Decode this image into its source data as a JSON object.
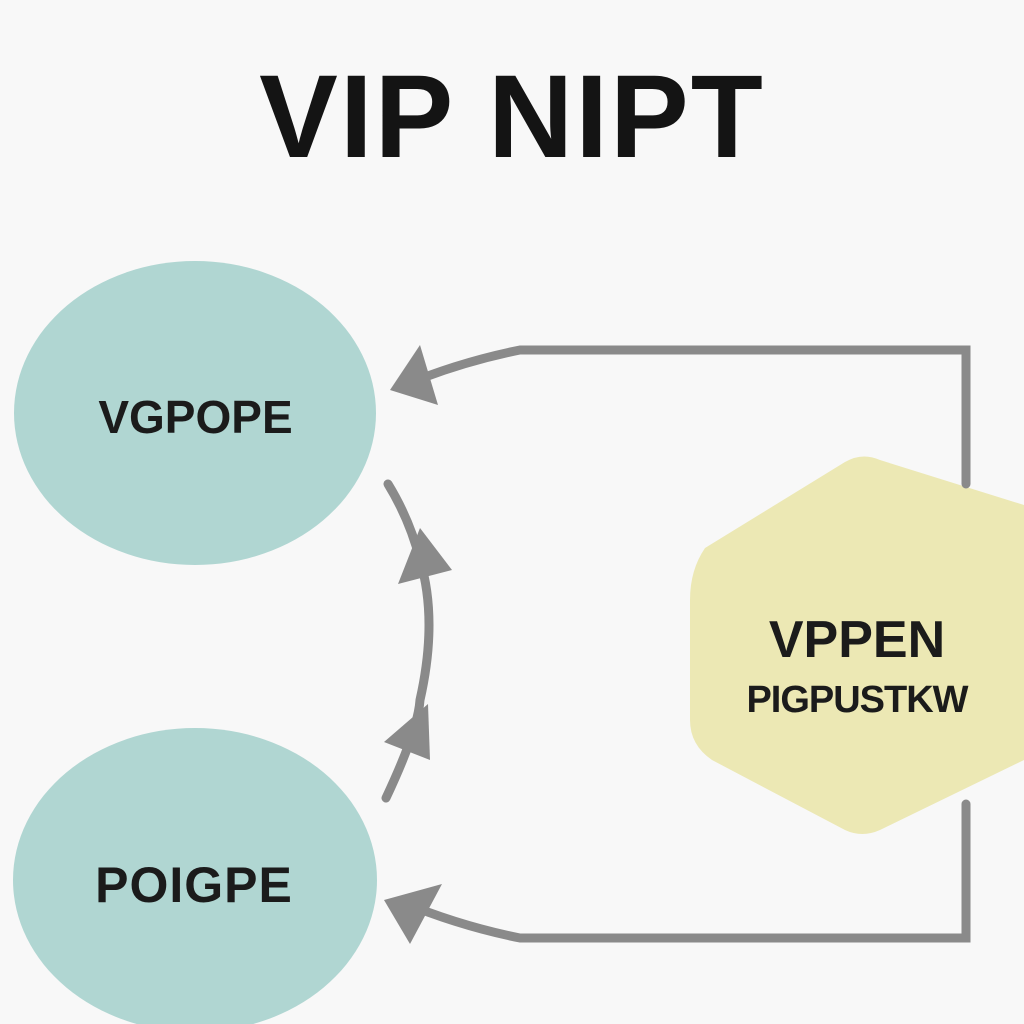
{
  "diagram": {
    "title": "VIP NIPT",
    "nodes": [
      {
        "id": "circle-top",
        "shape": "ellipse",
        "label": "VGPOPE",
        "color": "#b0d6d2"
      },
      {
        "id": "circle-bottom",
        "shape": "ellipse",
        "label": "POIGPE",
        "color": "#b0d6d2"
      },
      {
        "id": "hexagon",
        "shape": "hexagon",
        "label_lines": [
          "VPPEN",
          "PIGPUSTKW"
        ],
        "color": "#ece8b4"
      }
    ],
    "edges": [
      {
        "from": "hexagon",
        "to": "circle-top",
        "style": "elbow-arrow"
      },
      {
        "from": "hexagon",
        "to": "circle-bottom",
        "style": "elbow-arrow"
      },
      {
        "from": "circle-bottom",
        "to": "circle-top",
        "style": "curved-arrow"
      }
    ],
    "colors": {
      "background": "#f8f8f8",
      "arrow": "#8a8a8a",
      "text": "#1b1b1b"
    }
  }
}
